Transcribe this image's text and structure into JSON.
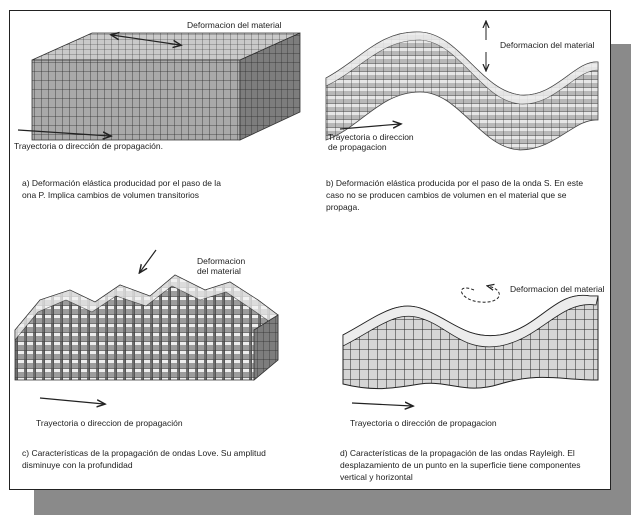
{
  "panel_a": {
    "deformation_label": "Deformacion del material",
    "trajectory_label": "Trayectoria  o dirección de propagación.",
    "caption_line1": "a) Deformación elástica producidad por el paso de la",
    "caption_line2": "ona P. Implica cambios de volumen transitorios"
  },
  "panel_b": {
    "deformation_label": "Deformacion del material",
    "trajectory_line1": "Trayectoria o direccion",
    "trajectory_line2": "de propagacion",
    "caption_line1": "b) Deformación elástica producida por el paso de la onda S. En este",
    "caption_line2": "caso no se producen cambios de volumen en el material que se",
    "caption_line3": "propaga."
  },
  "panel_c": {
    "deformation_line1": "Deformacion",
    "deformation_line2": "del material",
    "trajectory_label": "Trayectoria o direccion de propagación",
    "caption_line1": "c) Características de la propagación de ondas Love. Su amplitud",
    "caption_line2": "disminuye con la profundidad"
  },
  "panel_d": {
    "deformation_label": "Deformacion del material",
    "trajectory_label": "Trayectoria o dirección de propagacion",
    "caption_line1": "d) Características de la propagación de las ondas Rayleigh. El",
    "caption_line2": "desplazamiento de un punto en la superficie tiene componentes",
    "caption_line3": "vertical y horizontal"
  },
  "colors": {
    "block_top": "#c8c8c8",
    "block_front": "#a9a9a9",
    "block_side": "#7a7a7a",
    "grid_line": "#2a2a2a",
    "frame_shadow": "#8a8a8a"
  }
}
